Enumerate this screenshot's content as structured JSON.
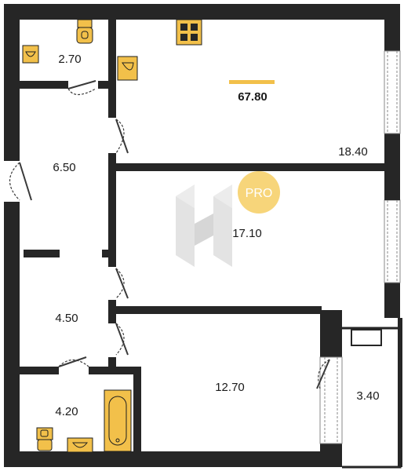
{
  "total_area": "67.80",
  "badge": {
    "label": "PRO"
  },
  "colors": {
    "wall": "#262626",
    "fixture": "#f2c04a",
    "fixture_stroke": "#1f1f1f",
    "accent_bar": "#f2c04a",
    "badge": "#f7d57a",
    "logo": "#e6e6e6"
  },
  "rooms": [
    {
      "id": "wc",
      "area": "2.70"
    },
    {
      "id": "kitchen-living",
      "area": "18.40"
    },
    {
      "id": "hall",
      "area": "6.50"
    },
    {
      "id": "bedroom",
      "area": "17.10"
    },
    {
      "id": "corridor",
      "area": "4.50"
    },
    {
      "id": "room",
      "area": "12.70"
    },
    {
      "id": "bathroom",
      "area": "4.20"
    },
    {
      "id": "balcony",
      "area": "3.40"
    }
  ],
  "icons": [
    "toilet-icon",
    "sink-icon",
    "stove-icon",
    "bathtub-icon",
    "washing-machine-icon",
    "door-icon",
    "window-icon",
    "watermark-logo-icon"
  ]
}
